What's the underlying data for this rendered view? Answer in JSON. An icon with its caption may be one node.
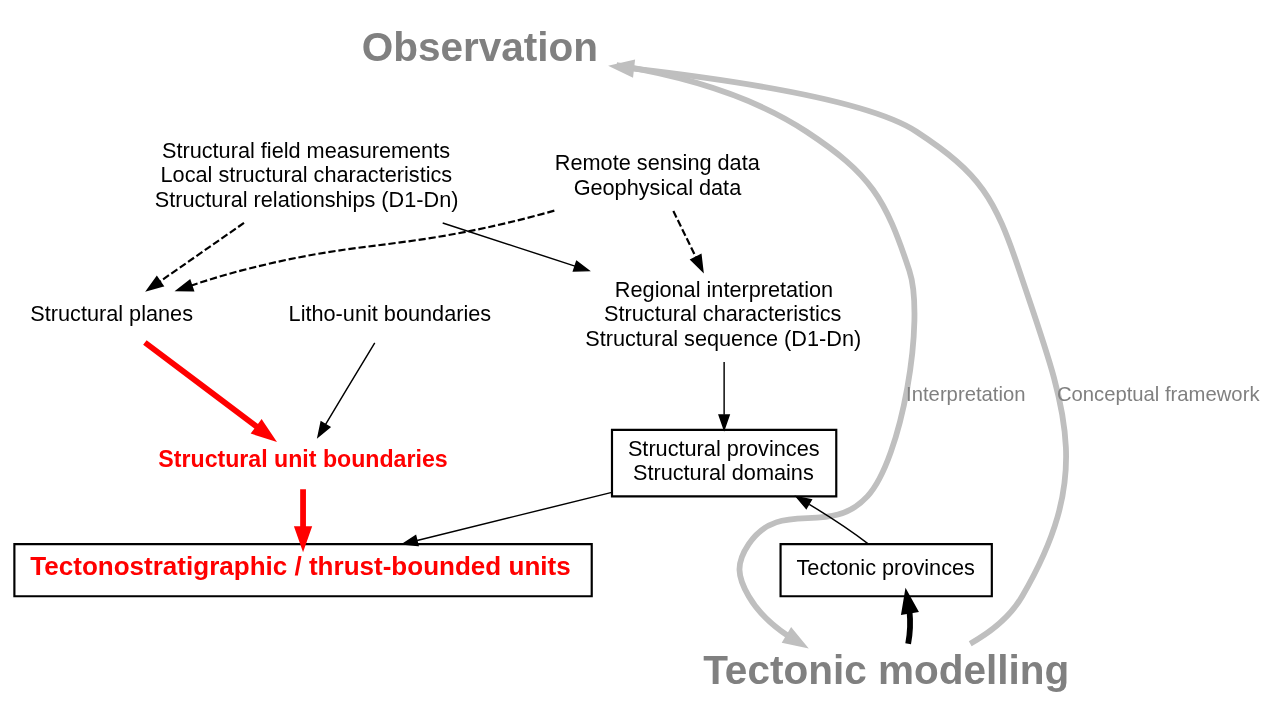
{
  "diagram": {
    "nodes": [
      {
        "text": [
          "Observation"
        ]
      },
      {
        "text": [
          "Structural field measurements",
          "Local structural characteristics",
          "Structural relationships (D1-Dn)"
        ]
      },
      {
        "text": [
          "Remote sensing data",
          "Geophysical data"
        ]
      },
      {
        "text": [
          "Regional interpretation",
          "Structural characteristics",
          "Structural sequence (D1-Dn)"
        ]
      },
      {
        "text": [
          "Structural planes"
        ]
      },
      {
        "text": [
          "Litho-unit boundaries"
        ]
      },
      {
        "text": [
          "Structural unit boundaries"
        ]
      },
      {
        "text": [
          "Structural provinces",
          "Structural domains"
        ]
      },
      {
        "text": [
          "Tectonostratigraphic / thrust-bounded units"
        ]
      },
      {
        "text": [
          "Tectonic provinces"
        ]
      },
      {
        "text": [
          "Tectonic modelling"
        ]
      }
    ],
    "edges": [
      {
        "from": 10,
        "to": 0,
        "arrow": "to",
        "label": "Conceptual framework",
        "style": "thick",
        "color": "#bfbfbf"
      },
      {
        "from": 0,
        "to": 10,
        "arrow": "to",
        "label": "Interpretation",
        "style": "thick",
        "color": "#bfbfbf"
      },
      {
        "from": 1,
        "to": 4,
        "arrow": "to",
        "style": "dashed"
      },
      {
        "from": 2,
        "to": 3,
        "arrow": "to",
        "style": "dashed"
      },
      {
        "from": 2,
        "to": 4,
        "arrow": "to",
        "style": "dashed"
      },
      {
        "from": 1,
        "to": 3,
        "arrow": "to"
      },
      {
        "from": 3,
        "to": 7,
        "arrow": "to"
      },
      {
        "from": 4,
        "to": 6,
        "arrow": "to",
        "style": "thick",
        "color": "#ff0000"
      },
      {
        "from": 5,
        "to": 6,
        "arrow": "to"
      },
      {
        "from": 6,
        "to": 8,
        "arrow": "to",
        "style": "thick",
        "color": "#ff0000"
      },
      {
        "from": 7,
        "to": 8,
        "arrow": "to"
      },
      {
        "from": 9,
        "to": 7,
        "arrow": "to"
      },
      {
        "from": 10,
        "to": 9,
        "arrow": "to",
        "style": "thick"
      }
    ]
  }
}
